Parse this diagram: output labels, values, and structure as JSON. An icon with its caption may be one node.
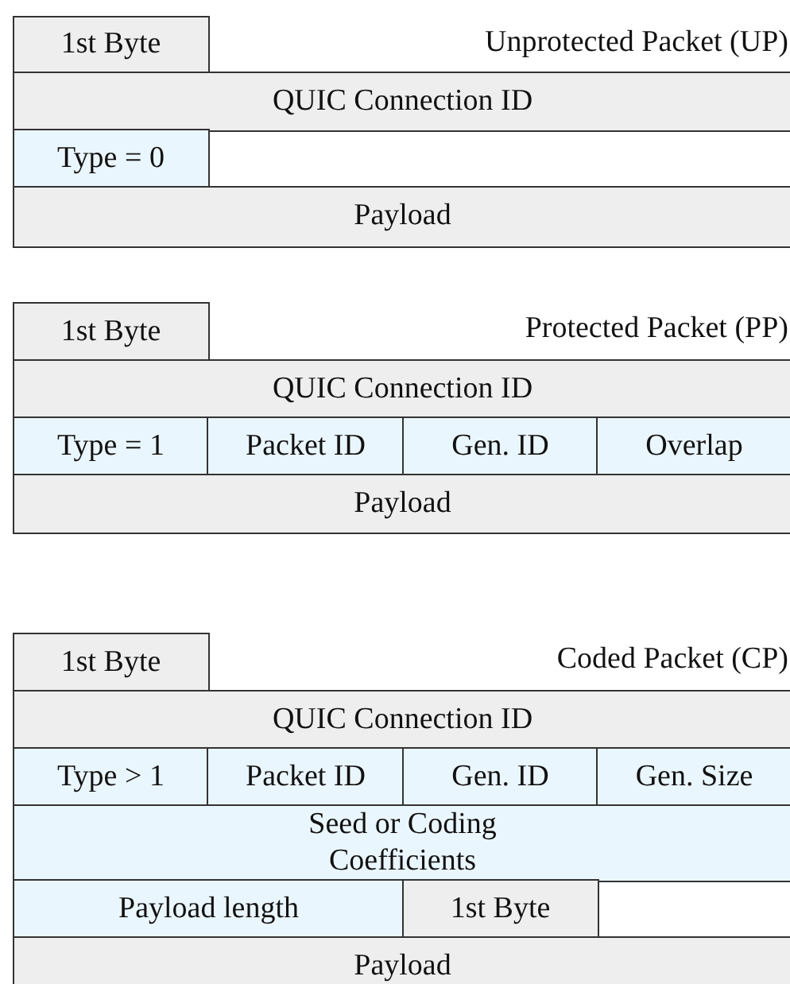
{
  "diagram": {
    "nodes": [
      {
        "text": [
          "1st Byte"
        ]
      },
      {
        "text": [
          "QUIC Connection ID"
        ]
      },
      {
        "text": [
          "Type = 0"
        ]
      },
      {
        "text": [
          "Payload"
        ]
      },
      {
        "text": [
          "1st Byte"
        ]
      },
      {
        "text": [
          "QUIC Connection ID"
        ]
      },
      {
        "text": [
          "Type = 1"
        ]
      },
      {
        "text": [
          "Packet ID"
        ]
      },
      {
        "text": [
          "Gen. ID"
        ]
      },
      {
        "text": [
          "Overlap"
        ]
      },
      {
        "text": [
          "Payload"
        ]
      },
      {
        "text": [
          "1st Byte"
        ]
      },
      {
        "text": [
          "QUIC Connection ID"
        ]
      },
      {
        "text": [
          "Type > 1"
        ]
      },
      {
        "text": [
          "Packet ID"
        ]
      },
      {
        "text": [
          "Gen. ID"
        ]
      },
      {
        "text": [
          "Gen. Size"
        ]
      },
      {
        "text": [
          "Seed or Coding Coefficients"
        ]
      },
      {
        "text": [
          "Payload length"
        ]
      },
      {
        "text": [
          "1st Byte"
        ]
      },
      {
        "text": [
          "Payload"
        ]
      }
    ],
    "edges": [],
    "labels": [
      "Unprotected Packet (UP)",
      "Protected Packet (PP)",
      "Coded Packet (CP)"
    ]
  }
}
